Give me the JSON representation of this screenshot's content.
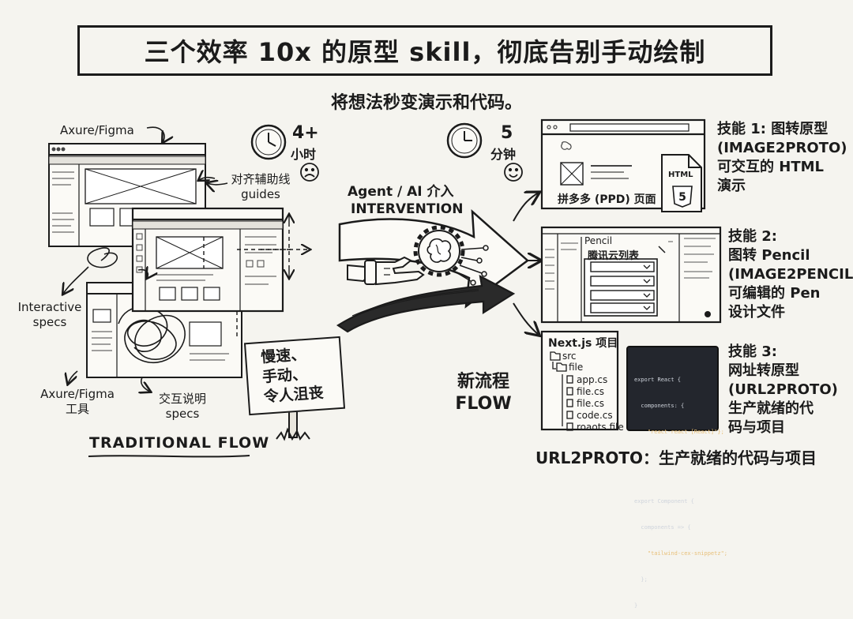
{
  "header": {
    "title": "三个效率 10x 的原型 skill，彻底告别手动绘制",
    "subtitle": "将想法秒变演示和代码。"
  },
  "traditional": {
    "label_top": "Axure/Figma",
    "guides_line1": "对齐辅助线",
    "guides_line2": "guides",
    "interactive_line1": "Interactive",
    "interactive_line2": "specs",
    "tool_line1": "Axure/Figma",
    "tool_line2": "工具",
    "specs_line1": "交互说明",
    "specs_line2": "specs",
    "time_value": "4+",
    "time_unit": "小时",
    "sign_lines": [
      "慢速、",
      "手动、",
      "令人沮丧"
    ],
    "flow_label": "TRADITIONAL FLOW"
  },
  "middle": {
    "agent_line1": "Agent / AI 介入",
    "agent_line2": "INTERVENTION",
    "time_value": "5",
    "time_unit": "分钟",
    "new_flow_line1": "新流程",
    "new_flow_line2": "FLOW"
  },
  "skills": [
    {
      "lines": [
        "技能 1: 图转原型",
        "(IMAGE2PROTO)",
        "可交互的 HTML",
        "演示"
      ],
      "card_caption": "拼多多 (PPD) 页面",
      "badge": "HTML"
    },
    {
      "lines": [
        "技能 2:",
        "图转 Pencil",
        "(IMAGE2PENCIL)",
        "可编辑的 Pen",
        "设计文件"
      ],
      "app_label": "Pencil",
      "list_title": "腾讯云列表"
    },
    {
      "lines": [
        "技能 3:",
        "网址转原型",
        "(URL2PROTO)",
        "生产就绪的代",
        "码与项目"
      ],
      "project_title": "Next.js 项目",
      "tree": [
        "src",
        "file",
        "app.cs",
        "file.cs",
        "file.cs",
        "code.cs",
        "roaots file"
      ],
      "code_lines": [
        "export React {",
        "  components: {",
        "    \"react-react-[React]\"};",
        "}",
        "",
        "export Component {",
        "  components => {",
        "    \"tailwind-cex-snippetz\";",
        "  };",
        "}"
      ]
    }
  ],
  "footer": {
    "caption": "URL2PROTO：生产就绪的代码与项目"
  }
}
